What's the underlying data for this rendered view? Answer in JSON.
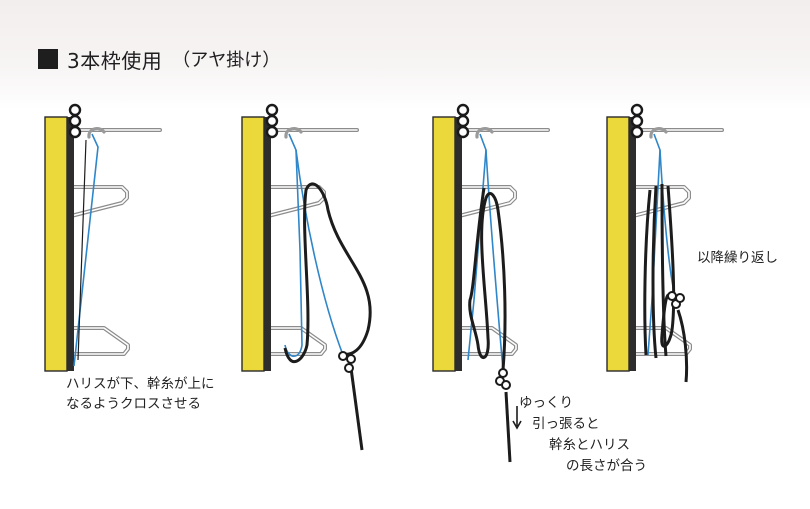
{
  "title": {
    "main": "3本枠使用",
    "sub": "（アヤ掛け）"
  },
  "notes": {
    "panel1_line1": "ハリスが下、幹糸が上に",
    "panel1_line2": "なるようクロスさせる",
    "panel3_line1": "ゆっくり",
    "panel3_line2": "引っ張ると",
    "panel3_line3": "幹糸とハリス",
    "panel3_line4": "の長さが合う",
    "panel4_label": "以降繰り返し"
  },
  "colors": {
    "post": "#ebd93c",
    "harisu_line": "#2f86c8",
    "main_line": "#1c1c1c",
    "frame_wire": "#8a8a8a"
  }
}
